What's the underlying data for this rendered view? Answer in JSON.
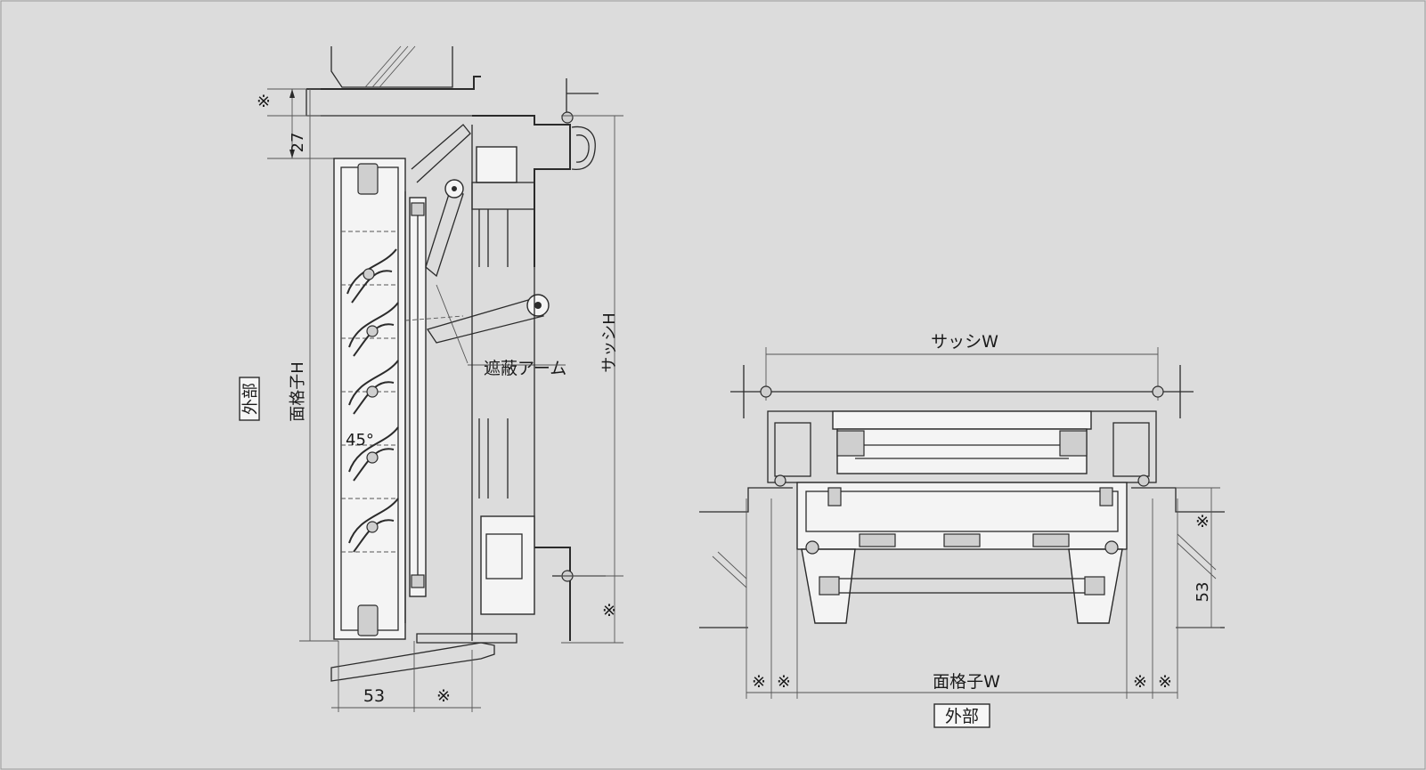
{
  "side_view": {
    "dim_top_mark": "※",
    "dim_27": "27",
    "label_outside": "外部",
    "label_grille_h": "面格子H",
    "label_sash_h": "サッシH",
    "label_arm": "遮蔽アーム",
    "label_angle": "45°",
    "dim_bottom_53": "53",
    "dim_bottom_mark": "※",
    "dim_right_mark": "※"
  },
  "plan_view": {
    "label_sash_w": "サッシW",
    "label_grille_w": "面格子W",
    "label_outside": "外部",
    "dim_53": "53",
    "dim_marks": [
      "※",
      "※",
      "※",
      "※",
      "※"
    ]
  }
}
